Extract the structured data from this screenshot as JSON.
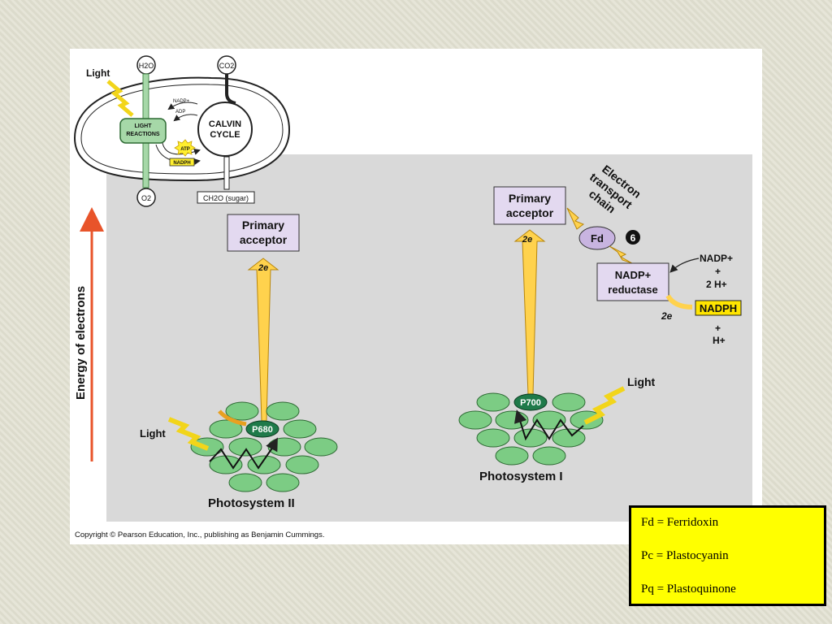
{
  "overview": {
    "light": "Light",
    "h2o": "H2O",
    "co2": "CO2",
    "o2": "O2",
    "nadp_plus": "NADP+",
    "adp": "ADP",
    "light_reactions": [
      "LIGHT",
      "REACTIONS"
    ],
    "calvin_cycle": [
      "CALVIN",
      "CYCLE"
    ],
    "atp": "ATP",
    "nadph": "NADPH",
    "sugar": "CH2O (sugar)"
  },
  "y_axis_label": "Energy of electrons",
  "ps2": {
    "acceptor": [
      "Primary",
      "acceptor"
    ],
    "electrons": "2e",
    "reaction_center": "P680",
    "light": "Light",
    "name": "Photosystem II"
  },
  "ps1": {
    "acceptor": [
      "Primary",
      "acceptor"
    ],
    "electrons": "2e",
    "reaction_center": "P700",
    "light": "Light",
    "name": "Photosystem I"
  },
  "etc": {
    "title": [
      "Electron",
      "transport",
      "chain"
    ],
    "step": "6",
    "fd": "Fd",
    "reductase": [
      "NADP+",
      "reductase"
    ],
    "nadp_plus": "NADP+",
    "plus1": "+",
    "two_h": "2 H+",
    "electrons": "2e",
    "nadph": "NADPH",
    "plus2": "+",
    "h_plus": "H+"
  },
  "copyright": "Copyright © Pearson Education, Inc., publishing as Benjamin Cummings.",
  "legend": {
    "items": [
      "Fd = Ferridoxin",
      "Pc = Plastocyanin",
      "Pq = Plastoquinone"
    ]
  },
  "colors": {
    "gray_area": "#d9d9d9",
    "thylakoid_green": "#7ccc84",
    "rc_green": "#1f7a4a",
    "acceptor_lilac": "#e3d9f0",
    "arrow_yellow": "#ffd24d",
    "energy_arrow": "#e8542a",
    "legend_yellow": "#ffff00"
  }
}
